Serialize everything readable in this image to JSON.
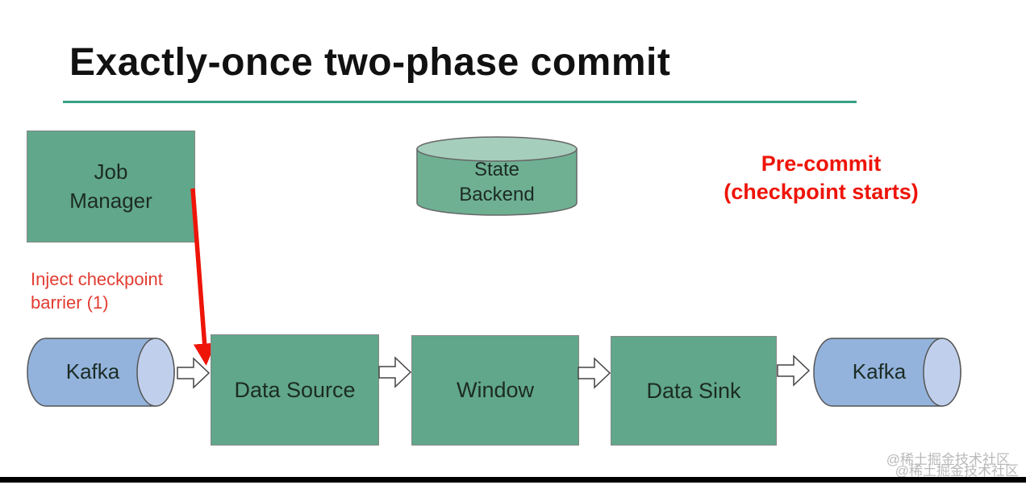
{
  "slide": {
    "title": "Exactly-once two-phase commit"
  },
  "annotations": {
    "phase": {
      "line1": "Pre-commit",
      "line2": "(checkpoint starts)"
    },
    "inject": {
      "line1": "Inject checkpoint",
      "line2": "barrier (1)"
    }
  },
  "nodes": {
    "job_manager": {
      "label": "Job Manager"
    },
    "state_backend": {
      "label": "State Backend"
    },
    "kafka_source": {
      "label": "Kafka"
    },
    "data_source": {
      "label": "Data Source"
    },
    "window": {
      "label": "Window"
    },
    "data_sink": {
      "label": "Data Sink"
    },
    "kafka_sink": {
      "label": "Kafka"
    }
  },
  "watermark": {
    "line1": "@稀土掘金技术社区",
    "line2": "@稀土掘金技术社区"
  },
  "colors": {
    "title_black": "#111111",
    "accent_underline": "#35a185",
    "node_green": "#61a78b",
    "cylinder_green": "#6fb093",
    "cylinder_green_top": "#a6cebd",
    "kafka_blue": "#93b3dc",
    "kafka_blue_cap": "#c0d0ec",
    "annotation_red": "#ee1408",
    "inject_red": "#e23c31",
    "watermark_gray": "#b9b9b9"
  }
}
